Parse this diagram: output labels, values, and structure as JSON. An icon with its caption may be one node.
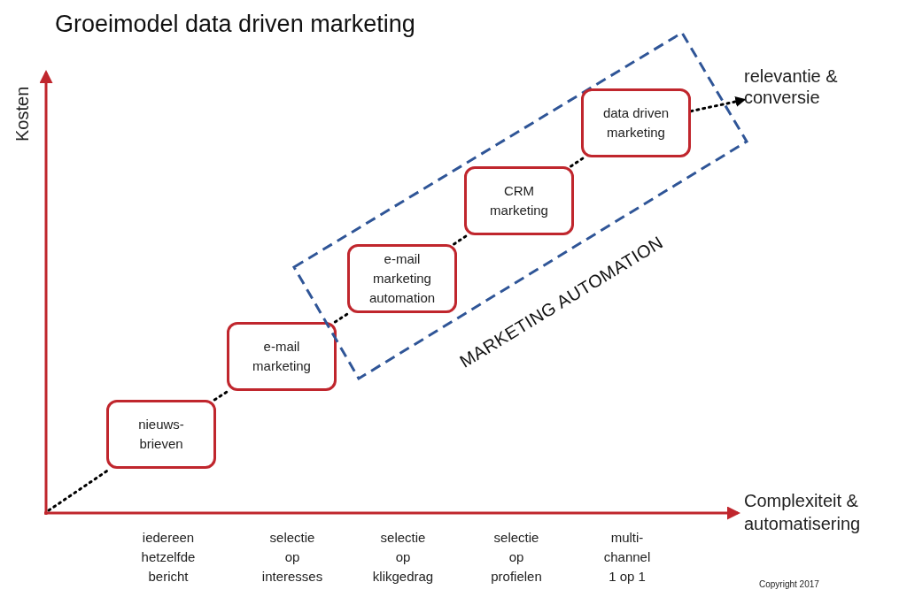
{
  "diagram": {
    "title": "Groeimodel data driven marketing",
    "nodes": [
      {
        "text": [
          "nieuws-brieven"
        ]
      },
      {
        "text": [
          "e-mail marketing"
        ]
      },
      {
        "text": [
          "MARKETING AUTOMATION"
        ]
      },
      {
        "text": [
          "e-mail marketing automation"
        ],
        "in": 2
      },
      {
        "text": [
          "CRM marketing"
        ],
        "in": 2
      },
      {
        "text": [
          "data driven marketing"
        ],
        "in": 2
      },
      {
        "text": [
          "relevantie & conversie"
        ]
      }
    ],
    "edges": [
      {
        "from": null,
        "to": 0,
        "arrow": "none",
        "style": "dashed"
      },
      {
        "from": 0,
        "to": 1,
        "arrow": "none",
        "style": "dashed"
      },
      {
        "from": 1,
        "to": 3,
        "arrow": "none",
        "style": "dashed"
      },
      {
        "from": 3,
        "to": 4,
        "arrow": "none",
        "style": "dashed"
      },
      {
        "from": 4,
        "to": 5,
        "arrow": "none",
        "style": "dashed"
      },
      {
        "from": 5,
        "to": 6,
        "arrow": "to",
        "style": "dashed"
      }
    ],
    "labels": [
      "Kosten",
      "Complexiteit & automatisering",
      "iedereen hetzelfde bericht",
      "selectie op interesses",
      "selectie op klikgedrag",
      "selectie op profielen",
      "multi-channel 1 op 1",
      "Copyright 2017"
    ]
  }
}
